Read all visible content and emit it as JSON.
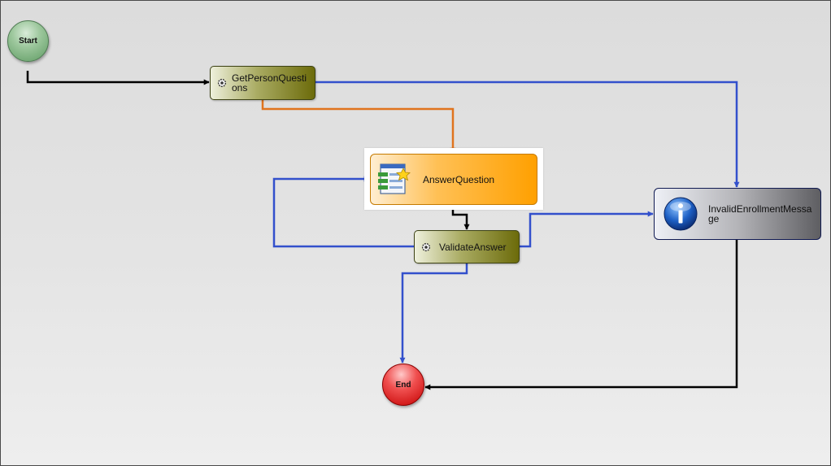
{
  "workflow": {
    "start": {
      "label": "Start"
    },
    "end": {
      "label": "End"
    },
    "activities": {
      "get_person_questions": {
        "label": "GetPersonQuestions",
        "icon": "gear-icon",
        "kind": "code"
      },
      "answer_question": {
        "label": "AnswerQuestion",
        "icon": "form-icon",
        "kind": "interaction",
        "selected": true
      },
      "validate_answer": {
        "label": "ValidateAnswer",
        "icon": "gear-icon",
        "kind": "code"
      },
      "invalid_enrollment_message": {
        "label": "InvalidEnrollmentMessage",
        "icon": "info-icon",
        "kind": "message"
      }
    },
    "connections": [
      {
        "from": "Start",
        "to": "GetPersonQuestions",
        "color": "#000000"
      },
      {
        "from": "GetPersonQuestions",
        "to": "AnswerQuestion",
        "color": "#e0741e"
      },
      {
        "from": "GetPersonQuestions",
        "to": "InvalidEnrollmentMessage",
        "color": "#3350cc"
      },
      {
        "from": "AnswerQuestion",
        "to": "ValidateAnswer",
        "color": "#000000"
      },
      {
        "from": "ValidateAnswer",
        "to": "AnswerQuestion",
        "color": "#3350cc"
      },
      {
        "from": "ValidateAnswer",
        "to": "InvalidEnrollmentMessage",
        "color": "#3350cc"
      },
      {
        "from": "ValidateAnswer",
        "to": "End",
        "color": "#3350cc"
      },
      {
        "from": "InvalidEnrollmentMessage",
        "to": "End",
        "color": "#000000"
      }
    ]
  },
  "colors": {
    "start_fill": "#7fb381",
    "end_fill": "#e02020",
    "code_activity_fill": "#6c6b0a",
    "interaction_fill": "#ffa000",
    "message_border": "#101a52",
    "default_connector": "#000000",
    "conditional_connector": "#3350cc",
    "active_connector": "#e0741e"
  }
}
